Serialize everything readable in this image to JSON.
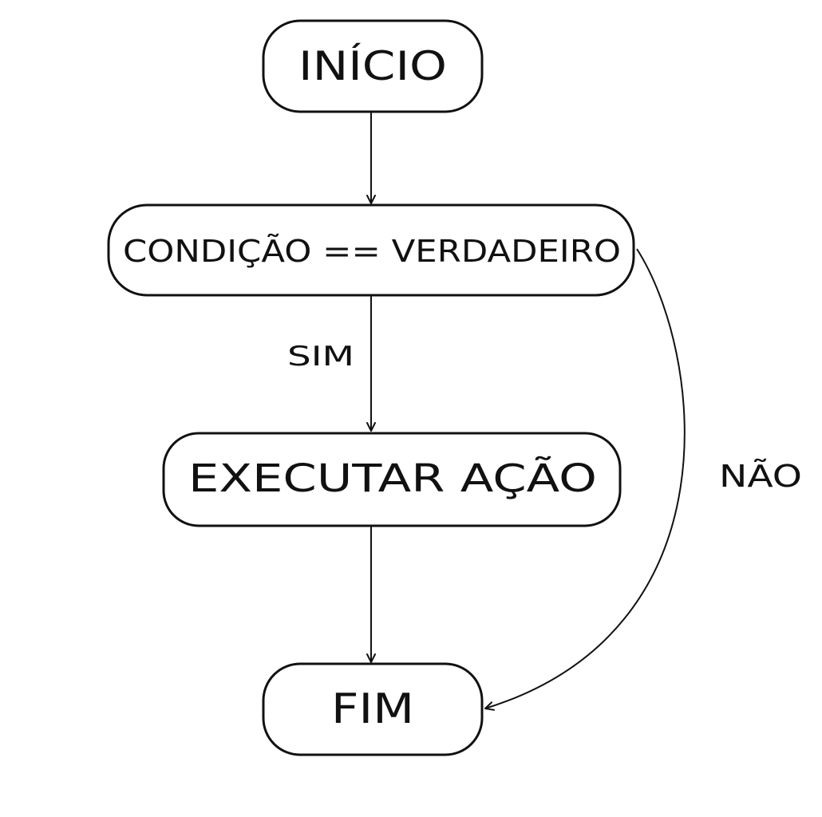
{
  "diagram": {
    "colors": {
      "stroke": "#111111",
      "background": "#ffffff"
    },
    "nodes": {
      "start": {
        "label": "INÍCIO"
      },
      "condition": {
        "label": "CONDIÇÃO == VERDADEIRO"
      },
      "action": {
        "label": "EXECUTAR AÇÃO"
      },
      "end": {
        "label": "FIM"
      }
    },
    "edges": {
      "condition_to_action": {
        "label": "SIM"
      },
      "condition_to_end": {
        "label": "NÃO"
      }
    }
  }
}
